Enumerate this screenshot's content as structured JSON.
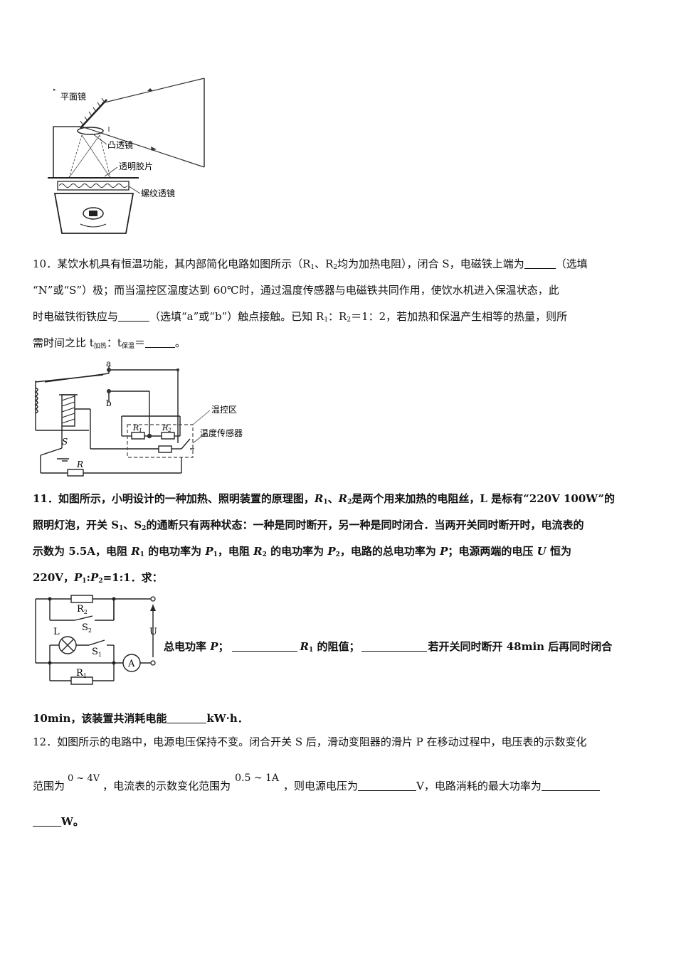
{
  "fig_projector": {
    "mirror": "平面镜",
    "lens": "凸透镜",
    "slide": "透明胶片",
    "fresnel": "螺纹透镜"
  },
  "q10": {
    "l1": "10．某饮水机具有恒温功能，其内部简化电路如图所示（R",
    "l1b": "、R",
    "l1c": "均为加热电阻），闭合 S，电磁铁上端为",
    "l1d": "（选填",
    "l2": "“N”或“S”）极；而当温控区温度达到 60℃时，通过温度传感器与电磁铁共同作用，使饮水机进入保温状态，此",
    "l3a": "时电磁铁衔铁应与",
    "l3b": "（选填“a”或“b”）触点接触。已知 R",
    "l3c": "：R",
    "l3d": "＝1：2，若加热和保温产生相等的热量，则所",
    "l4a": "需时间之比 t",
    "l4b": "：t",
    "l4c": "＝",
    "l4d": "。",
    "sub1": "1",
    "sub2": "2",
    "sub_heat": "加热",
    "sub_keep": "保温"
  },
  "fig_q10": {
    "a": "a",
    "b": "b",
    "R1": "R",
    "R2": "R",
    "S": "S",
    "R": "R",
    "zone": "温控区",
    "sensor": "温度传感器"
  },
  "q11": {
    "l1a": "11．如图所示，小明设计的一种加热、照明装置的原理图，",
    "l1b": "、",
    "l1c": "是两个用来加热的电阻丝，L 是标有“220V 100W”的",
    "l2": "照明灯泡，开关 S",
    "l2b": "、S",
    "l2c": "的通断只有两种状态：一种是同时断开，另一种是同时闭合．当两开关同时断开时，电流表的",
    "l3a": "示数为 5.5A，电阻 ",
    "l3b": " 的电功率为 ",
    "l3c": "，电阻 ",
    "l3d": " 的电功率为 ",
    "l3e": "，电路的总电功率为 ",
    "l3f": "；电源两端的电压 ",
    "l3g": " 恒为",
    "l4a": "220V，",
    "l4b": ":",
    "l4c": "=1:1．求：",
    "R": "R",
    "P": "P",
    "U": "U",
    "sub1": "1",
    "sub2": "2",
    "inline_a": "总电功率 ",
    "inline_b": "；",
    "inline_c": " 的阻值；",
    "inline_d": "若开关同时断开 48min 后再同时闭合",
    "last_a": "10min，该装置共消耗电能",
    "last_b": "kW·h．"
  },
  "fig_q11": {
    "R2": "R",
    "S2": "S",
    "L": "L",
    "S1": "S",
    "A": "A",
    "R1": "R",
    "U": "U",
    "sub1": "1",
    "sub2": "2"
  },
  "q12": {
    "l1": "12．如图所示的电路中，电源电压保持不变。闭合开关 S 后，滑动变阻器的滑片 P 在移动过程中，电压表的示数变化",
    "l2a": "范围为",
    "range_v": "0 ~ 4V",
    "l2b": "，电流表的示数变化范围为",
    "range_a": "0.5 ~ 1A",
    "l2c": "，则电源电压为",
    "l2d": "V，电路消耗的最大功率为",
    "l3": "W。"
  }
}
